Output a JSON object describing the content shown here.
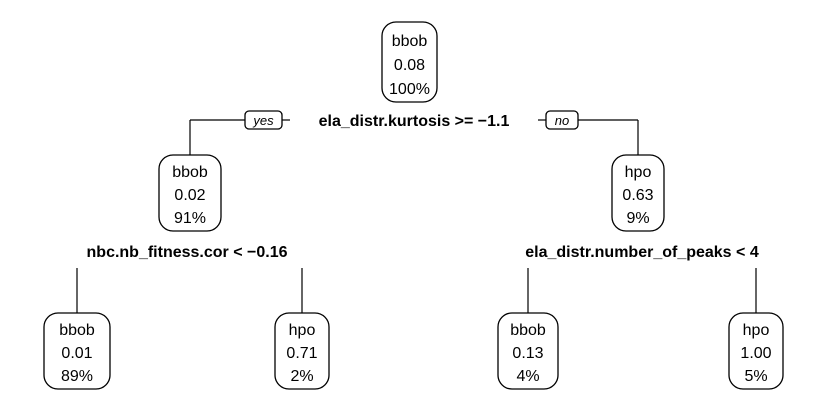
{
  "tree": {
    "root": {
      "class": "bbob",
      "value": "0.08",
      "share": "100%"
    },
    "root_split": "ela_distr.kurtosis >= −1.1",
    "edge_yes": "yes",
    "edge_no": "no",
    "left": {
      "class": "bbob",
      "value": "0.02",
      "share": "91%"
    },
    "left_split": "nbc.nb_fitness.cor < −0.16",
    "right": {
      "class": "hpo",
      "value": "0.63",
      "share": "9%"
    },
    "right_split": "ela_distr.number_of_peaks < 4",
    "leaves": [
      {
        "class": "bbob",
        "value": "0.01",
        "share": "89%"
      },
      {
        "class": "hpo",
        "value": "0.71",
        "share": "2%"
      },
      {
        "class": "bbob",
        "value": "0.13",
        "share": "4%"
      },
      {
        "class": "hpo",
        "value": "1.00",
        "share": "5%"
      }
    ]
  }
}
